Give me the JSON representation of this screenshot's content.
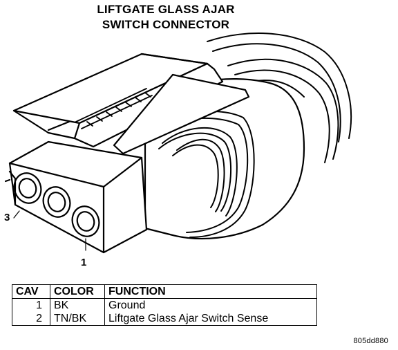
{
  "title_line1": "LIFTGATE GLASS AJAR",
  "title_line2": "SWITCH CONNECTOR",
  "callouts": {
    "cavity_3": "3",
    "cavity_1": "1"
  },
  "table": {
    "headers": [
      "CAV",
      "COLOR",
      "FUNCTION"
    ],
    "rows": [
      {
        "cav": "1",
        "color": "BK",
        "function": "Ground"
      },
      {
        "cav": "2",
        "color": "TN/BK",
        "function": "Liftgate Glass Ajar Switch Sense"
      }
    ]
  },
  "figure_code": "805dd880"
}
